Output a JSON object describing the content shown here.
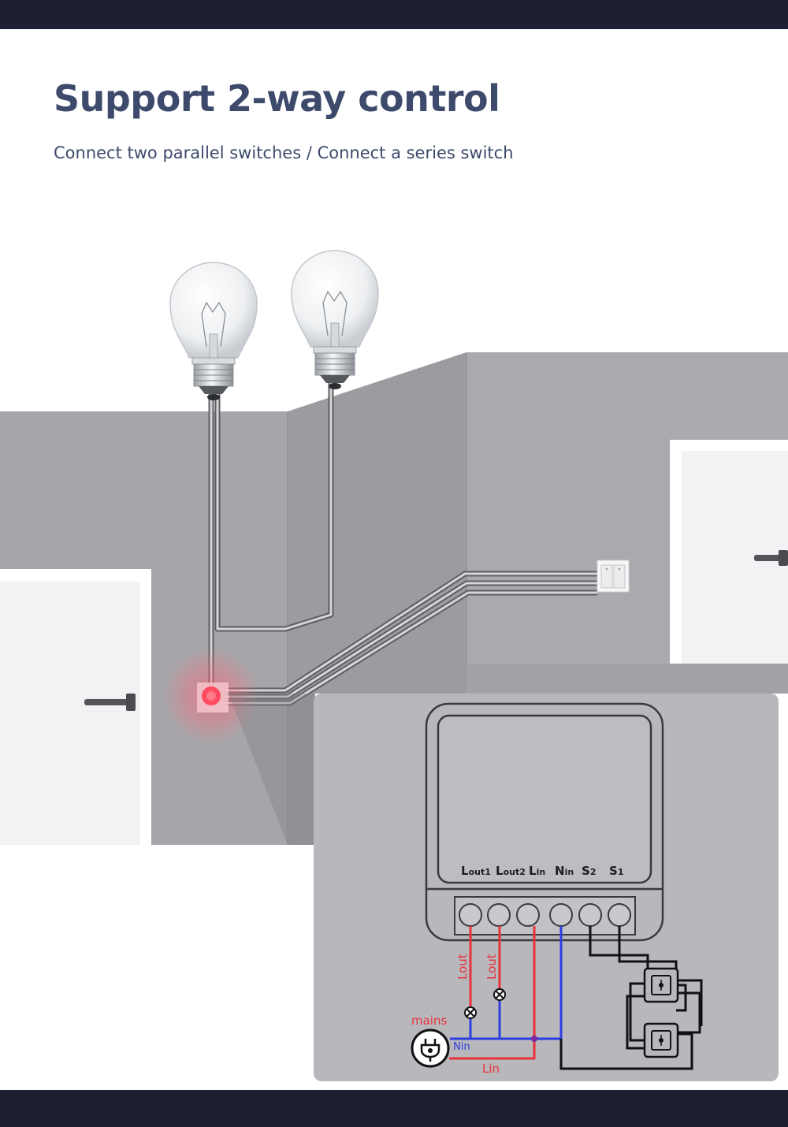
{
  "header": {
    "title": "Support 2-way control",
    "subtitle": "Connect two parallel switches / Connect a series switch"
  },
  "colors": {
    "band": "#1d2033",
    "title": "#3d4a6b",
    "wall": "#a9a9ad",
    "live_wire": "#e8313a",
    "neutral_wire": "#2b3de0",
    "indicator": "#ff4a60"
  },
  "icons": [
    "bulb-icon",
    "wall-switch-icon",
    "power-plug-icon",
    "lamp-symbol-icon",
    "door-handle-icon"
  ],
  "module": {
    "terminals": [
      {
        "main": "L",
        "sub": "out1"
      },
      {
        "main": "L",
        "sub": "out2"
      },
      {
        "main": "L",
        "sub": "in"
      },
      {
        "main": "N",
        "sub": "in"
      },
      {
        "main": "S",
        "sub": "2"
      },
      {
        "main": "S",
        "sub": "1"
      }
    ]
  },
  "wiring": {
    "lout_1": "Lout",
    "lout_2": "Lout",
    "mains": "mains",
    "nin": "Nin",
    "lin": "Lin"
  }
}
